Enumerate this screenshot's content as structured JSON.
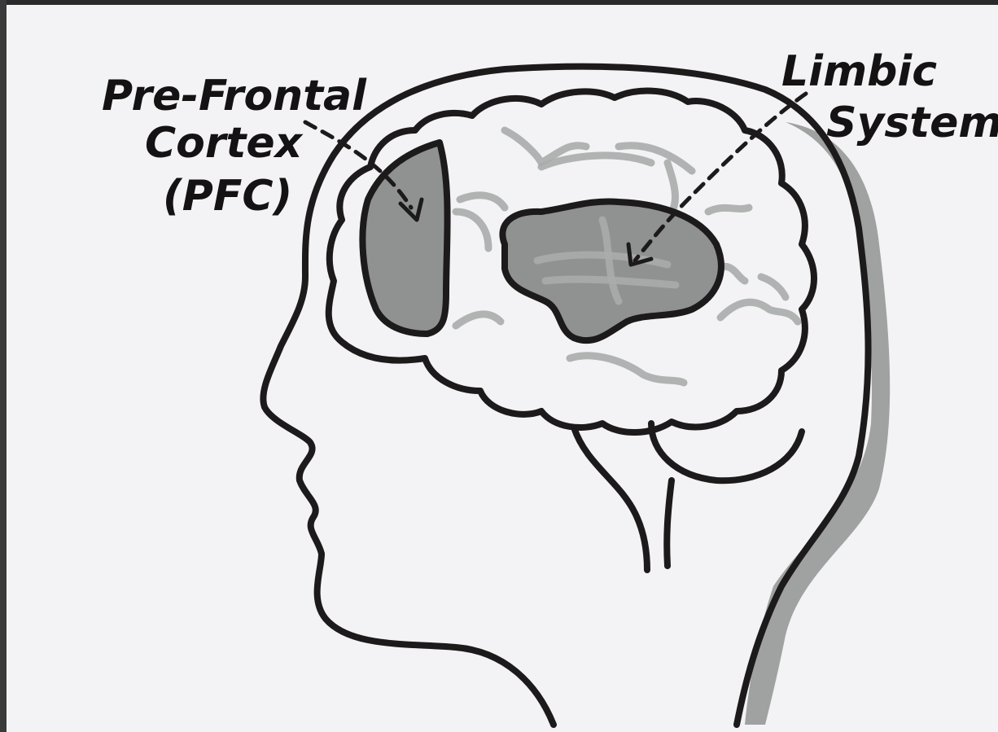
{
  "diagram": {
    "labels": {
      "pfc_line1": "Pre-Frontal",
      "pfc_line2": "Cortex",
      "pfc_line3": "(PFC)",
      "limbic_line1": "Limbic",
      "limbic_line2": "System"
    }
  }
}
